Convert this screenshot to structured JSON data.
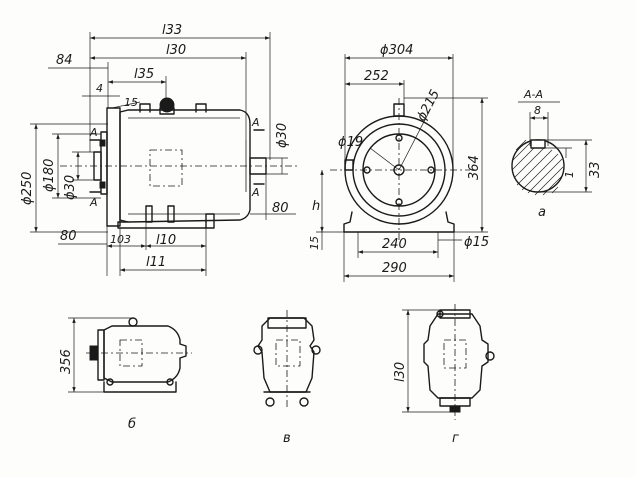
{
  "main_view_dims": {
    "l33": "l33",
    "l30": "l30",
    "l35": "l35",
    "d84": "84",
    "d4": "4",
    "d15_top": "15",
    "d250": "ϕ250",
    "d180": "ϕ180",
    "d30_left": "ϕ30",
    "d30_right": "ϕ30",
    "d80_left": "80",
    "d80_right": "80",
    "d103": "103",
    "l10": "l10",
    "l11": "l11",
    "section_mark_top": "A",
    "section_mark_bottom": "A",
    "section_mark_right_top": "A",
    "section_mark_right_bottom": "A"
  },
  "end_view_dims": {
    "d304": "ϕ304",
    "d252": "252",
    "d215": "ϕ215",
    "d19": "ϕ19",
    "d364": "364",
    "h": "h",
    "d15_left": "15",
    "d240": "240",
    "d290": "290",
    "d15_right": "ϕ15"
  },
  "section_view": {
    "title": "A-A",
    "key_width": "8",
    "shaft_dim": "33",
    "depth": "1",
    "caption": "a"
  },
  "variant_b": {
    "caption": "б",
    "dim": "356"
  },
  "variant_v": {
    "caption": "в"
  },
  "variant_g": {
    "caption": "г",
    "dim": "l30"
  }
}
